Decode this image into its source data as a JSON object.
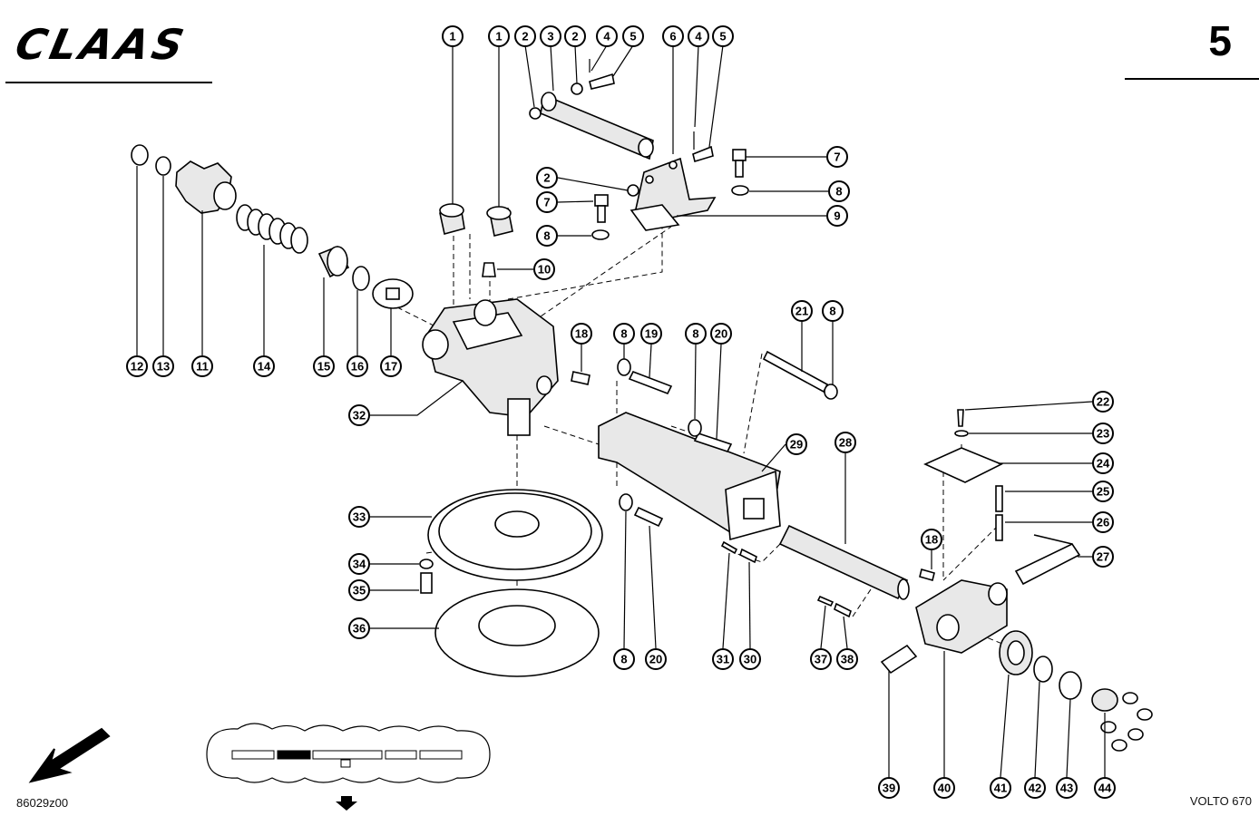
{
  "header": {
    "brand": "CLAAS",
    "page_number": "5"
  },
  "footer": {
    "drawing_code": "86029z00",
    "model": "VOLTO 670"
  },
  "callouts": [
    "1",
    "1",
    "2",
    "3",
    "2",
    "4",
    "5",
    "6",
    "4",
    "5",
    "7",
    "2",
    "7",
    "8",
    "8",
    "9",
    "10",
    "12",
    "13",
    "11",
    "14",
    "15",
    "16",
    "17",
    "18",
    "8",
    "19",
    "8",
    "20",
    "21",
    "8",
    "32",
    "29",
    "28",
    "22",
    "23",
    "24",
    "25",
    "26",
    "27",
    "18",
    "33",
    "34",
    "35",
    "36",
    "8",
    "20",
    "31",
    "30",
    "37",
    "38",
    "39",
    "40",
    "41",
    "42",
    "43",
    "44"
  ],
  "icons": {
    "direction_arrow": "southwest-arrow-icon",
    "locator_arrow": "down-arrow-icon"
  }
}
